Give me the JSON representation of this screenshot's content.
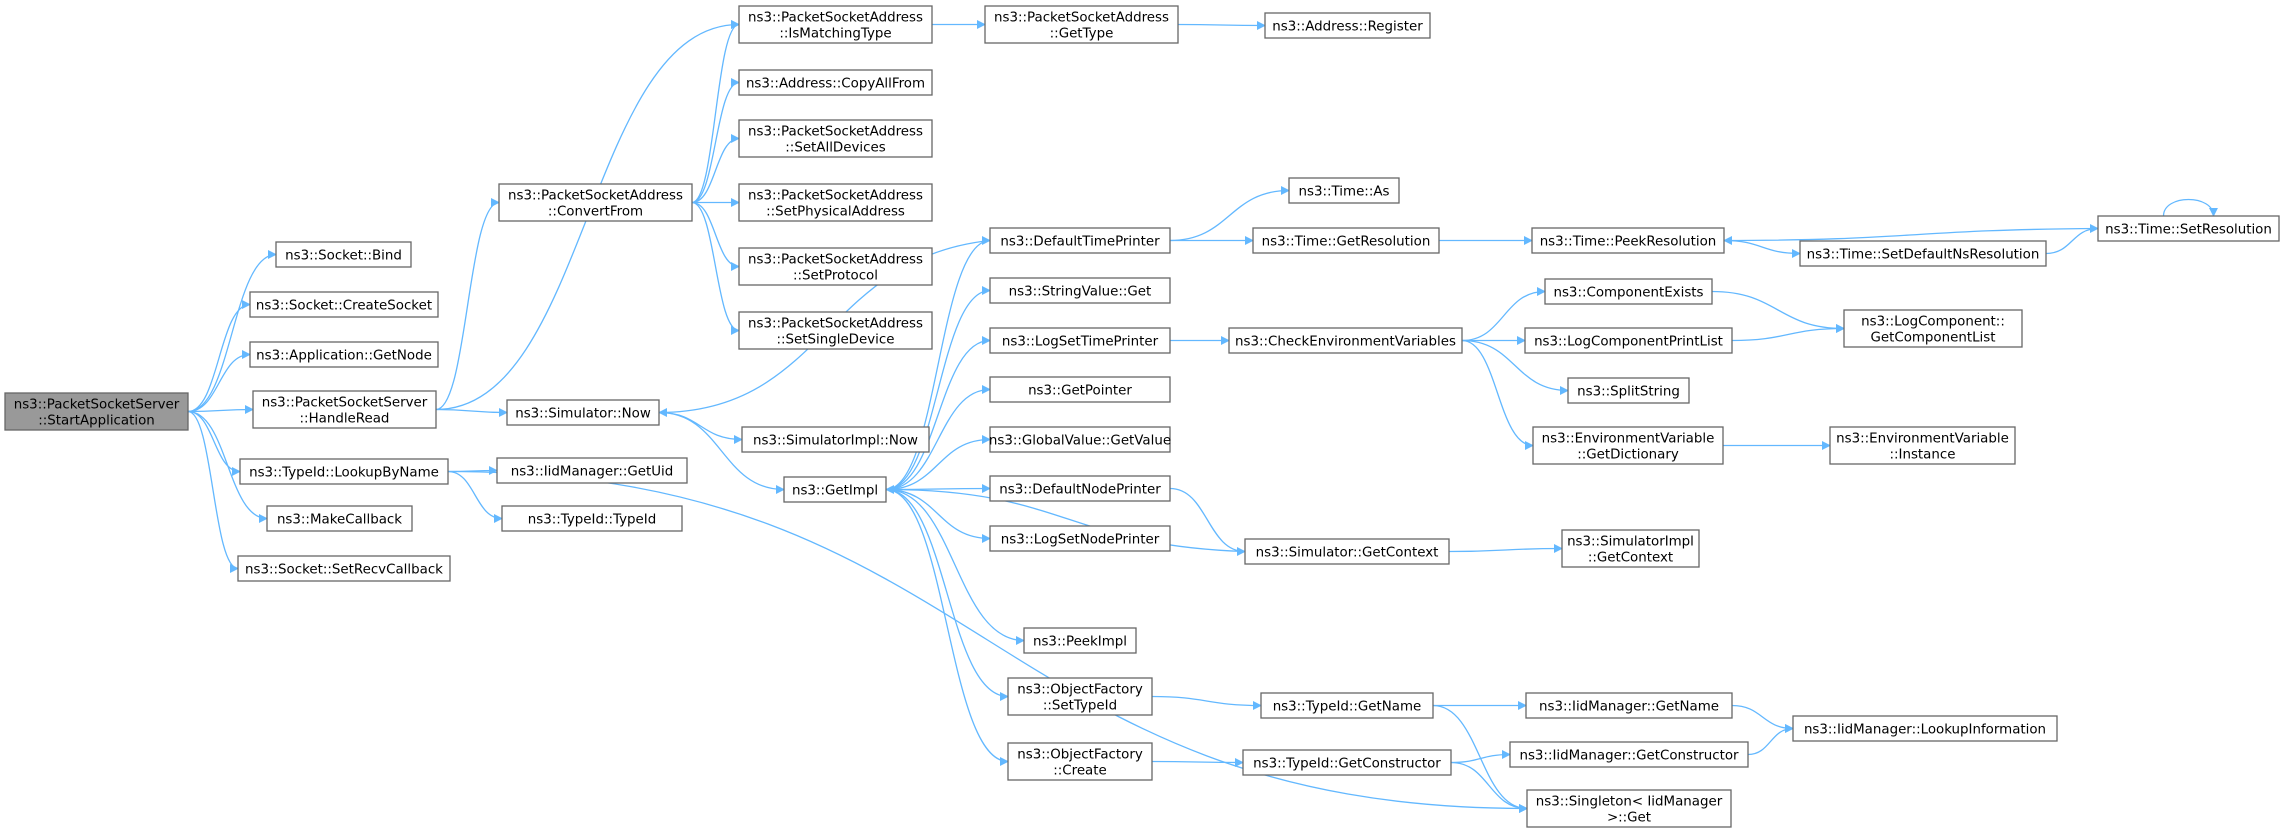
{
  "colors": {
    "edge": "#63b8ff",
    "node_border": "#666666",
    "root_fill": "#999999",
    "node_fill": "#ffffff"
  },
  "nodes": [
    {
      "id": "root",
      "lines": [
        "ns3::PacketSocketServer",
        "::StartApplication"
      ],
      "root": true
    },
    {
      "id": "bind",
      "lines": [
        "ns3::Socket::Bind"
      ]
    },
    {
      "id": "createsocket",
      "lines": [
        "ns3::Socket::CreateSocket"
      ]
    },
    {
      "id": "getnode",
      "lines": [
        "ns3::Application::GetNode"
      ]
    },
    {
      "id": "handleread",
      "lines": [
        "ns3::PacketSocketServer",
        "::HandleRead"
      ]
    },
    {
      "id": "lookupbyname",
      "lines": [
        "ns3::TypeId::LookupByName"
      ]
    },
    {
      "id": "makecallback",
      "lines": [
        "ns3::MakeCallback"
      ]
    },
    {
      "id": "setrecvcallback",
      "lines": [
        "ns3::Socket::SetRecvCallback"
      ]
    },
    {
      "id": "convertfrom",
      "lines": [
        "ns3::PacketSocketAddress",
        "::ConvertFrom"
      ]
    },
    {
      "id": "simnow",
      "lines": [
        "ns3::Simulator::Now"
      ]
    },
    {
      "id": "iidgetuid",
      "lines": [
        "ns3::IidManager::GetUid"
      ]
    },
    {
      "id": "typeidctor",
      "lines": [
        "ns3::TypeId::TypeId"
      ]
    },
    {
      "id": "ismatchingtype",
      "lines": [
        "ns3::PacketSocketAddress",
        "::IsMatchingType"
      ]
    },
    {
      "id": "copyallfrom",
      "lines": [
        "ns3::Address::CopyAllFrom"
      ]
    },
    {
      "id": "setalldevices",
      "lines": [
        "ns3::PacketSocketAddress",
        "::SetAllDevices"
      ]
    },
    {
      "id": "setphysaddr",
      "lines": [
        "ns3::PacketSocketAddress",
        "::SetPhysicalAddress"
      ]
    },
    {
      "id": "setprotocol",
      "lines": [
        "ns3::PacketSocketAddress",
        "::SetProtocol"
      ]
    },
    {
      "id": "setsingledevice",
      "lines": [
        "ns3::PacketSocketAddress",
        "::SetSingleDevice"
      ]
    },
    {
      "id": "psagettype",
      "lines": [
        "ns3::PacketSocketAddress",
        "::GetType"
      ]
    },
    {
      "id": "addrregister",
      "lines": [
        "ns3::Address::Register"
      ]
    },
    {
      "id": "simimplnow",
      "lines": [
        "ns3::SimulatorImpl::Now"
      ]
    },
    {
      "id": "getimpl",
      "lines": [
        "ns3::GetImpl"
      ]
    },
    {
      "id": "defaulttimeprinter",
      "lines": [
        "ns3::DefaultTimePrinter"
      ]
    },
    {
      "id": "stringvalueget",
      "lines": [
        "ns3::StringValue::Get"
      ]
    },
    {
      "id": "logsettimeprinter",
      "lines": [
        "ns3::LogSetTimePrinter"
      ]
    },
    {
      "id": "getpointer",
      "lines": [
        "ns3::GetPointer"
      ]
    },
    {
      "id": "globalvaluegetvalue",
      "lines": [
        "ns3::GlobalValue::GetValue"
      ]
    },
    {
      "id": "defaultnodeprinter",
      "lines": [
        "ns3::DefaultNodePrinter"
      ]
    },
    {
      "id": "logsetnodeprinter",
      "lines": [
        "ns3::LogSetNodePrinter"
      ]
    },
    {
      "id": "peekimpl",
      "lines": [
        "ns3::PeekImpl"
      ]
    },
    {
      "id": "ofsettypeid",
      "lines": [
        "ns3::ObjectFactory",
        "::SetTypeId"
      ]
    },
    {
      "id": "ofcreate",
      "lines": [
        "ns3::ObjectFactory",
        "::Create"
      ]
    },
    {
      "id": "timeas",
      "lines": [
        "ns3::Time::As"
      ]
    },
    {
      "id": "timegetres",
      "lines": [
        "ns3::Time::GetResolution"
      ]
    },
    {
      "id": "checkenv",
      "lines": [
        "ns3::CheckEnvironmentVariables"
      ]
    },
    {
      "id": "simgetcontext",
      "lines": [
        "ns3::Simulator::GetContext"
      ]
    },
    {
      "id": "typeidgetname",
      "lines": [
        "ns3::TypeId::GetName"
      ]
    },
    {
      "id": "typeidgetctor",
      "lines": [
        "ns3::TypeId::GetConstructor"
      ]
    },
    {
      "id": "timepeekres",
      "lines": [
        "ns3::Time::PeekResolution"
      ]
    },
    {
      "id": "componentexists",
      "lines": [
        "ns3::ComponentExists"
      ]
    },
    {
      "id": "logcompprintlist",
      "lines": [
        "ns3::LogComponentPrintList"
      ]
    },
    {
      "id": "splitstring",
      "lines": [
        "ns3::SplitString"
      ]
    },
    {
      "id": "envgetdict",
      "lines": [
        "ns3::EnvironmentVariable",
        "::GetDictionary"
      ]
    },
    {
      "id": "simimplgetcontext",
      "lines": [
        "ns3::SimulatorImpl",
        "::GetContext"
      ]
    },
    {
      "id": "iidgetname",
      "lines": [
        "ns3::IidManager::GetName"
      ]
    },
    {
      "id": "iidgetctor",
      "lines": [
        "ns3::IidManager::GetConstructor"
      ]
    },
    {
      "id": "singletonget",
      "lines": [
        "ns3::Singleton< IidManager",
        ">::Get"
      ]
    },
    {
      "id": "timesetdefaultns",
      "lines": [
        "ns3::Time::SetDefaultNsResolution"
      ]
    },
    {
      "id": "logcompgetlist",
      "lines": [
        "ns3::LogComponent::",
        "GetComponentList"
      ]
    },
    {
      "id": "envinstance",
      "lines": [
        "ns3::EnvironmentVariable",
        "::Instance"
      ]
    },
    {
      "id": "iidlookupinfo",
      "lines": [
        "ns3::IidManager::LookupInformation"
      ]
    },
    {
      "id": "timesetres",
      "lines": [
        "ns3::Time::SetResolution"
      ]
    }
  ],
  "edges": [
    [
      "root",
      "bind"
    ],
    [
      "root",
      "createsocket"
    ],
    [
      "root",
      "getnode"
    ],
    [
      "root",
      "handleread"
    ],
    [
      "root",
      "lookupbyname"
    ],
    [
      "root",
      "makecallback"
    ],
    [
      "root",
      "setrecvcallback"
    ],
    [
      "handleread",
      "convertfrom"
    ],
    [
      "handleread",
      "ismatchingtype"
    ],
    [
      "handleread",
      "simnow"
    ],
    [
      "convertfrom",
      "ismatchingtype"
    ],
    [
      "convertfrom",
      "copyallfrom"
    ],
    [
      "convertfrom",
      "setalldevices"
    ],
    [
      "convertfrom",
      "setphysaddr"
    ],
    [
      "convertfrom",
      "setprotocol"
    ],
    [
      "convertfrom",
      "setsingledevice"
    ],
    [
      "ismatchingtype",
      "psagettype"
    ],
    [
      "psagettype",
      "addrregister"
    ],
    [
      "simnow",
      "simimplnow"
    ],
    [
      "simnow",
      "getimpl"
    ],
    [
      "lookupbyname",
      "iidgetuid"
    ],
    [
      "lookupbyname",
      "typeidctor"
    ],
    [
      "lookupbyname",
      "singletonget"
    ],
    [
      "getimpl",
      "defaulttimeprinter"
    ],
    [
      "getimpl",
      "stringvalueget"
    ],
    [
      "getimpl",
      "logsettimeprinter"
    ],
    [
      "getimpl",
      "getpointer"
    ],
    [
      "getimpl",
      "globalvaluegetvalue"
    ],
    [
      "getimpl",
      "defaultnodeprinter"
    ],
    [
      "getimpl",
      "logsetnodeprinter"
    ],
    [
      "getimpl",
      "peekimpl"
    ],
    [
      "getimpl",
      "ofsettypeid"
    ],
    [
      "getimpl",
      "ofcreate"
    ],
    [
      "defaulttimeprinter",
      "timeas"
    ],
    [
      "defaulttimeprinter",
      "timegetres"
    ],
    [
      "defaulttimeprinter",
      "simnow"
    ],
    [
      "timegetres",
      "timepeekres"
    ],
    [
      "timepeekres",
      "timesetdefaultns"
    ],
    [
      "timesetdefaultns",
      "timesetres"
    ],
    [
      "timesetres",
      "timepeekres"
    ],
    [
      "timesetres",
      "timesetres"
    ],
    [
      "logsettimeprinter",
      "checkenv"
    ],
    [
      "checkenv",
      "componentexists"
    ],
    [
      "checkenv",
      "logcompprintlist"
    ],
    [
      "checkenv",
      "splitstring"
    ],
    [
      "checkenv",
      "envgetdict"
    ],
    [
      "componentexists",
      "logcompgetlist"
    ],
    [
      "logcompprintlist",
      "logcompgetlist"
    ],
    [
      "envgetdict",
      "envinstance"
    ],
    [
      "defaultnodeprinter",
      "simgetcontext"
    ],
    [
      "simgetcontext",
      "simimplgetcontext"
    ],
    [
      "simgetcontext",
      "getimpl"
    ],
    [
      "ofsettypeid",
      "typeidgetname"
    ],
    [
      "ofcreate",
      "typeidgetctor"
    ],
    [
      "typeidgetname",
      "iidgetname"
    ],
    [
      "typeidgetname",
      "singletonget"
    ],
    [
      "typeidgetctor",
      "iidgetctor"
    ],
    [
      "typeidgetctor",
      "singletonget"
    ],
    [
      "iidgetname",
      "iidlookupinfo"
    ],
    [
      "iidgetctor",
      "iidlookupinfo"
    ]
  ]
}
